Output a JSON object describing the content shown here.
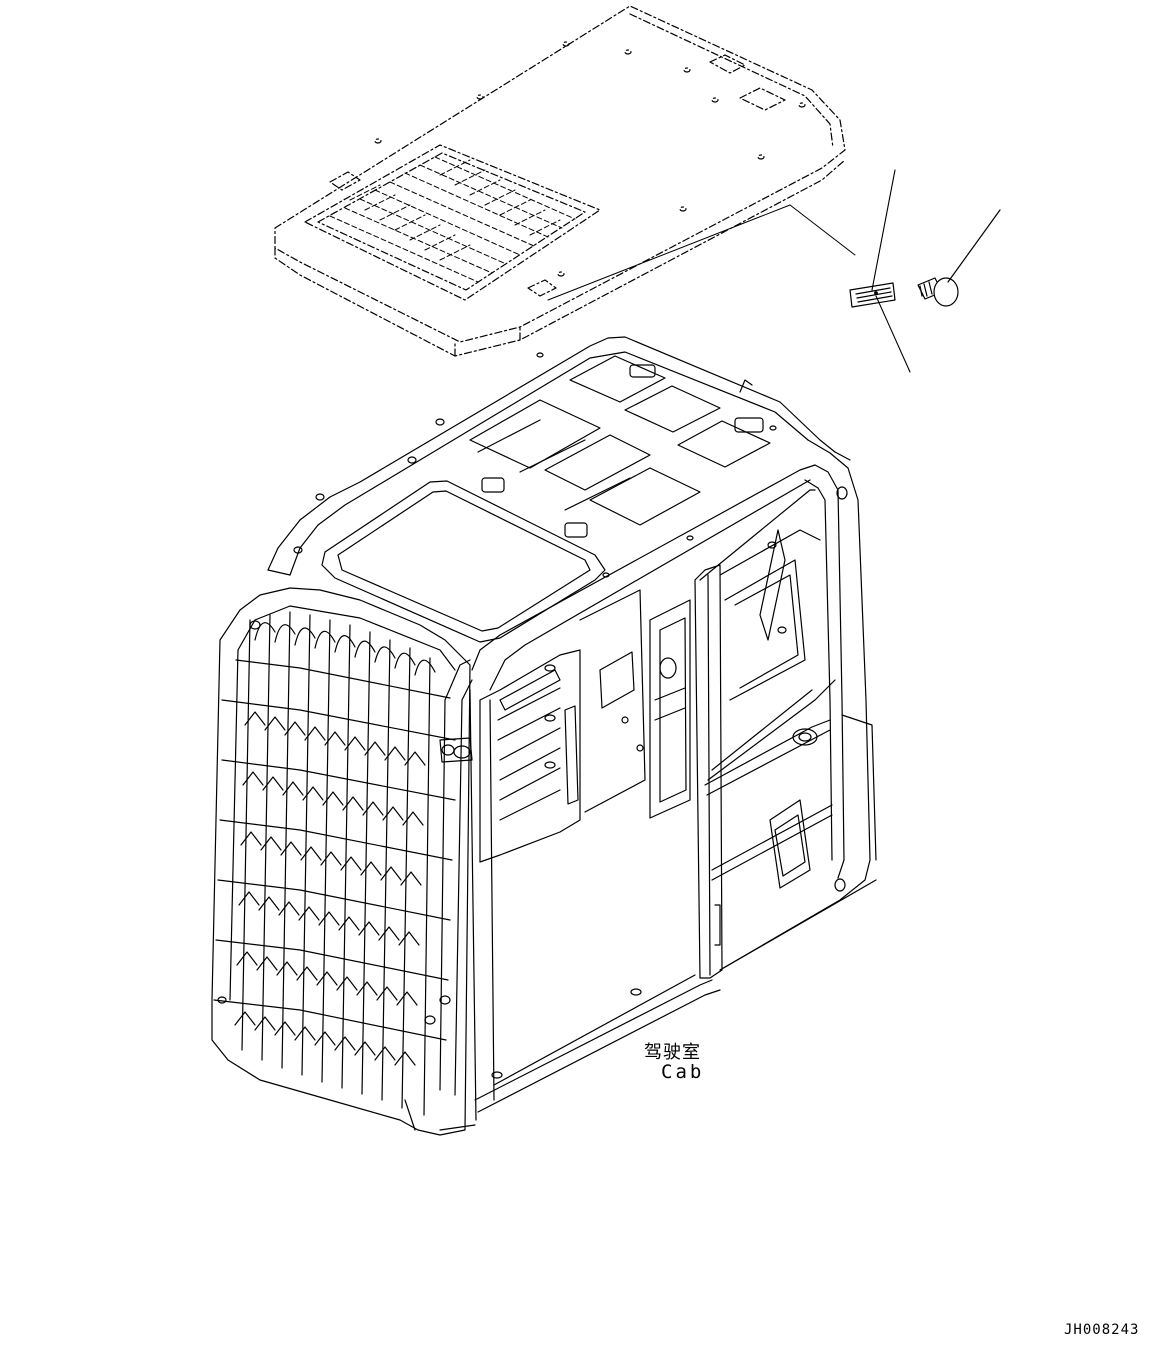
{
  "labels": {
    "cab_chinese": "驾驶室",
    "cab_english": "Cab",
    "drawing_number": "JH008243"
  },
  "colors": {
    "line": "#000000",
    "background": "#ffffff"
  },
  "parts": [
    "roof-cover",
    "cab",
    "plate",
    "bolt"
  ]
}
